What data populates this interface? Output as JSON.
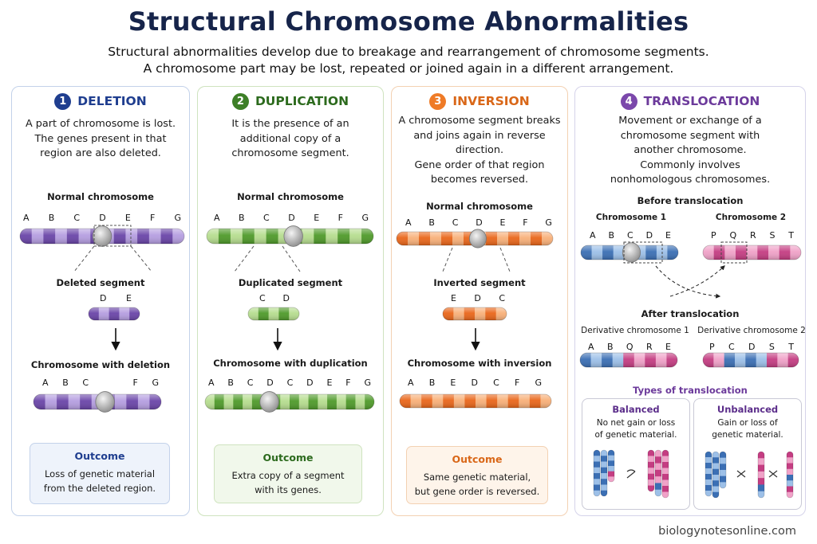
{
  "header": {
    "title": "Structural Chromosome Abnormalities",
    "subtitle_line1": "Structural abnormalities develop due to breakage and rearrangement of chromosome segments.",
    "subtitle_line2": "A chromosome part may be lost, repeated or joined again in a different arrangement."
  },
  "colors": {
    "deletion": "#7b58b3",
    "duplication": "#6aaa3c",
    "inversion": "#ef7b27",
    "translocation_blue": "#4a7fc1",
    "translocation_pink": "#cf4d8c",
    "title": "#16244a"
  },
  "deletion": {
    "number": "1",
    "heading": "DELETION",
    "description": [
      "A part of chromosome is lost.",
      "The genes present in that",
      "region are also deleted."
    ],
    "normal_label": "Normal chromosome",
    "normal_genes": [
      "A",
      "B",
      "C",
      "D",
      "E",
      "F",
      "G"
    ],
    "segment_label": "Deleted segment",
    "segment_genes": [
      "D",
      "E"
    ],
    "result_label": "Chromosome with deletion",
    "result_genes": [
      "A",
      "B",
      "C",
      "F",
      "G"
    ],
    "outcome_heading": "Outcome",
    "outcome_text": [
      "Loss of genetic material",
      "from the deleted region."
    ]
  },
  "duplication": {
    "number": "2",
    "heading": "DUPLICATION",
    "description": [
      "It is the presence of an",
      "additional copy of a",
      "chromosome segment."
    ],
    "normal_label": "Normal chromosome",
    "normal_genes": [
      "A",
      "B",
      "C",
      "D",
      "E",
      "F",
      "G"
    ],
    "segment_label": "Duplicated segment",
    "segment_genes": [
      "C",
      "D"
    ],
    "result_label": "Chromosome with duplication",
    "result_genes": [
      "A",
      "B",
      "C",
      "D",
      "C",
      "D",
      "E",
      "F",
      "G"
    ],
    "outcome_heading": "Outcome",
    "outcome_text": [
      "Extra copy of a segment",
      "with its genes."
    ]
  },
  "inversion": {
    "number": "3",
    "heading": "INVERSION",
    "description": [
      "A chromosome segment breaks",
      "and joins again in reverse",
      "direction.",
      "Gene order of that region",
      "becomes reversed."
    ],
    "normal_label": "Normal chromosome",
    "normal_genes": [
      "A",
      "B",
      "C",
      "D",
      "E",
      "F",
      "G"
    ],
    "segment_label": "Inverted segment",
    "segment_genes": [
      "E",
      "D",
      "C"
    ],
    "result_label": "Chromosome with inversion",
    "result_genes": [
      "A",
      "B",
      "E",
      "D",
      "C",
      "F",
      "G"
    ],
    "outcome_heading": "Outcome",
    "outcome_text": [
      "Same genetic material,",
      "but gene order is reversed."
    ]
  },
  "translocation": {
    "number": "4",
    "heading": "TRANSLOCATION",
    "description": [
      "Movement or exchange of a",
      "chromosome segment with",
      "another chromosome.",
      "Commonly involves",
      "nonhomologous chromosomes."
    ],
    "before_label": "Before translocation",
    "chr1_label": "Chromosome 1",
    "chr1_genes": [
      "A",
      "B",
      "C",
      "D",
      "E"
    ],
    "chr2_label": "Chromosome 2",
    "chr2_genes": [
      "P",
      "Q",
      "R",
      "S",
      "T"
    ],
    "after_label": "After translocation",
    "der1_label": "Derivative chromosome 1",
    "der1_genes": [
      "A",
      "B",
      "Q",
      "R",
      "E"
    ],
    "der2_label": "Derivative chromosome 2",
    "der2_genes": [
      "P",
      "C",
      "D",
      "S",
      "T"
    ],
    "types_label": "Types of translocation",
    "balanced_heading": "Balanced",
    "balanced_text": [
      "No net gain or loss",
      "of genetic material."
    ],
    "unbalanced_heading": "Unbalanced",
    "unbalanced_text": [
      "Gain or loss of",
      "genetic material."
    ]
  },
  "footer": "biologynotesonline.com"
}
